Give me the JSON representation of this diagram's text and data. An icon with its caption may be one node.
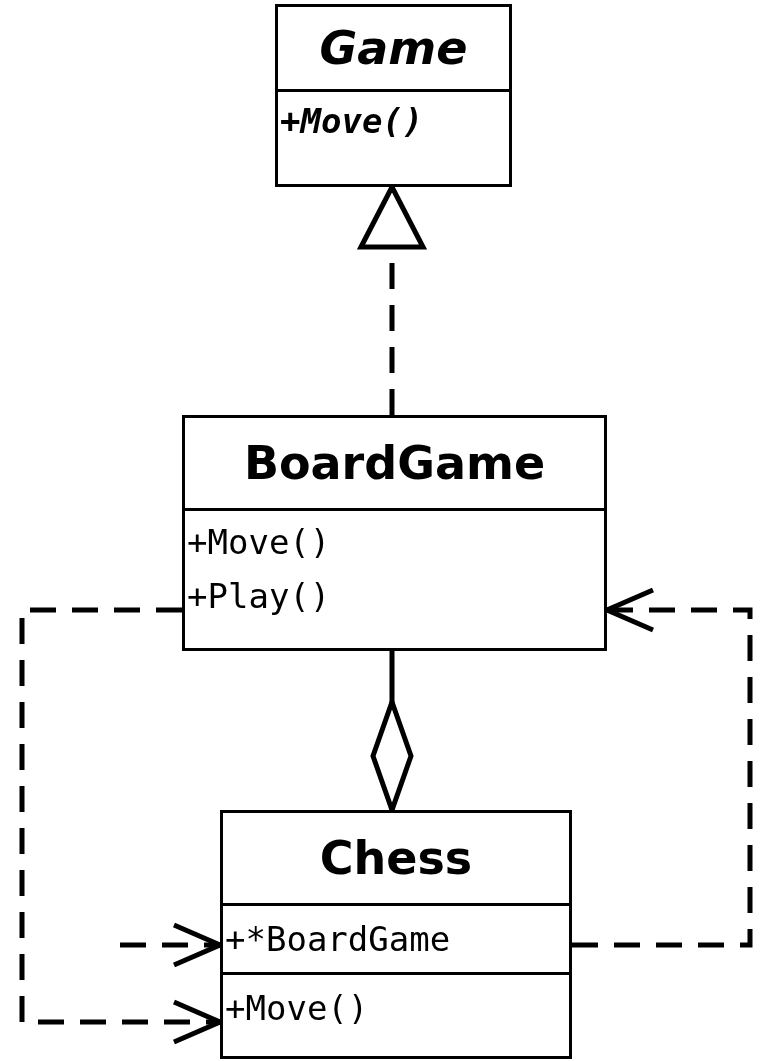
{
  "diagram": {
    "nodes": [
      {
        "text": [
          "Game",
          "+Move()"
        ]
      },
      {
        "text": [
          "BoardGame",
          "+Move()",
          "+Play()"
        ]
      },
      {
        "text": [
          "Chess",
          "+*BoardGame",
          "+Move()"
        ]
      }
    ],
    "edges": [
      {
        "from": 1,
        "to": 0,
        "arrow": "to",
        "style": "dashed"
      },
      {
        "from": 1,
        "to": 2,
        "arrow": "other"
      },
      {
        "from": 1,
        "to": 2,
        "arrow": "to",
        "style": "dashed"
      },
      {
        "from": 2,
        "to": 1,
        "arrow": "to",
        "style": "dashed"
      },
      {
        "from": null,
        "to": 2,
        "arrow": "to",
        "style": "dashed"
      }
    ]
  }
}
